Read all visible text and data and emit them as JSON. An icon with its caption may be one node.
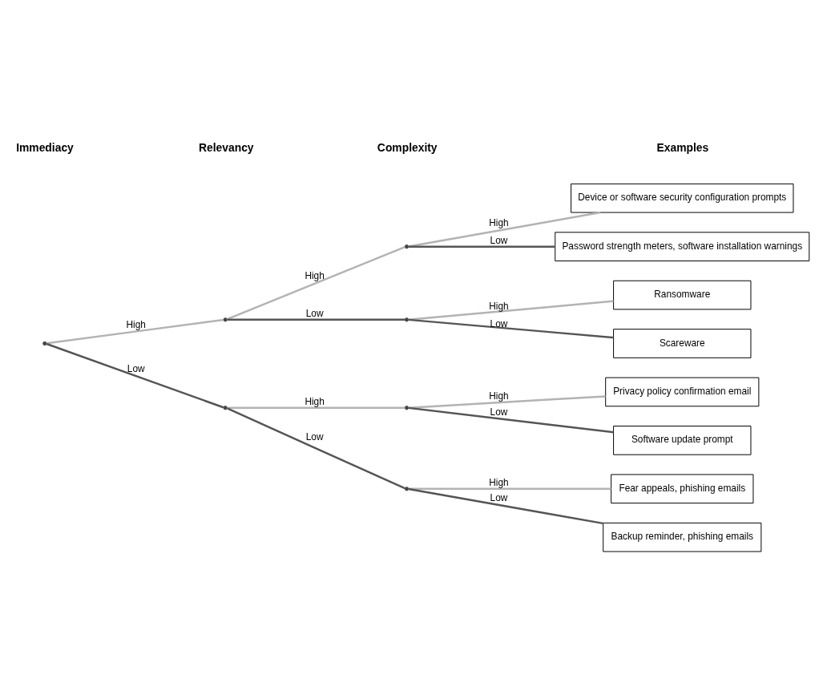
{
  "diagram": {
    "nodes": [
      {
        "text": [],
        "shape": "point"
      },
      {
        "text": [],
        "shape": "point"
      },
      {
        "text": [],
        "shape": "point"
      },
      {
        "text": [],
        "shape": "point"
      },
      {
        "text": [],
        "shape": "point"
      },
      {
        "text": [],
        "shape": "point"
      },
      {
        "text": [],
        "shape": "point"
      },
      {
        "text": [
          "Device or software security configuration prompts"
        ]
      },
      {
        "text": [
          "Password strength meters, software installation warnings"
        ]
      },
      {
        "text": [
          "Ransomware"
        ]
      },
      {
        "text": [
          "Scareware"
        ]
      },
      {
        "text": [
          "Privacy policy confirmation email"
        ]
      },
      {
        "text": [
          "Software update prompt"
        ]
      },
      {
        "text": [
          "Fear appeals, phishing emails"
        ]
      },
      {
        "text": [
          "Backup reminder, phishing emails"
        ]
      }
    ],
    "edges": [
      {
        "from": 0,
        "to": 1,
        "arrow": "none",
        "label": "High",
        "color": "#b3b3b3"
      },
      {
        "from": 0,
        "to": 2,
        "arrow": "none",
        "label": "Low",
        "color": "#555555"
      },
      {
        "from": 1,
        "to": 3,
        "arrow": "none",
        "label": "High",
        "color": "#b3b3b3"
      },
      {
        "from": 1,
        "to": 4,
        "arrow": "none",
        "label": "Low",
        "color": "#555555"
      },
      {
        "from": 2,
        "to": 5,
        "arrow": "none",
        "label": "High",
        "color": "#b3b3b3"
      },
      {
        "from": 2,
        "to": 6,
        "arrow": "none",
        "label": "Low",
        "color": "#555555"
      },
      {
        "from": 3,
        "to": 7,
        "arrow": "none",
        "label": "High",
        "color": "#b3b3b3"
      },
      {
        "from": 3,
        "to": 8,
        "arrow": "none",
        "label": "Low",
        "color": "#555555"
      },
      {
        "from": 4,
        "to": 9,
        "arrow": "none",
        "label": "High",
        "color": "#b3b3b3"
      },
      {
        "from": 4,
        "to": 10,
        "arrow": "none",
        "label": "Low",
        "color": "#555555"
      },
      {
        "from": 5,
        "to": 11,
        "arrow": "none",
        "label": "High",
        "color": "#b3b3b3"
      },
      {
        "from": 5,
        "to": 12,
        "arrow": "none",
        "label": "Low",
        "color": "#555555"
      },
      {
        "from": 6,
        "to": 13,
        "arrow": "none",
        "label": "High",
        "color": "#b3b3b3"
      },
      {
        "from": 6,
        "to": 14,
        "arrow": "none",
        "label": "Low",
        "color": "#555555"
      }
    ],
    "labels": [
      "Immediacy",
      "Relevancy",
      "Complexity",
      "Examples"
    ]
  }
}
